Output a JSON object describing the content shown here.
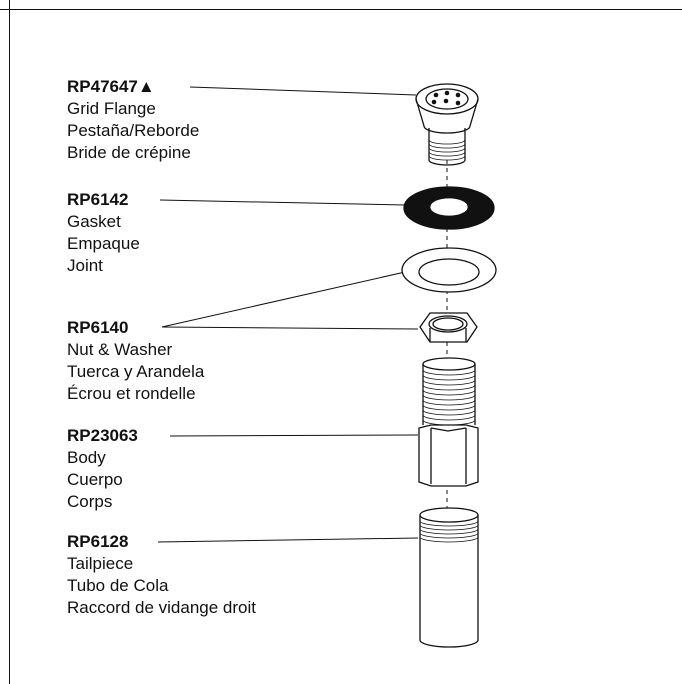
{
  "parts": [
    {
      "code": "RP47647▲",
      "names": [
        "Grid Flange",
        "Pestaña/Reborde",
        "Bride de crépine"
      ]
    },
    {
      "code": "RP6142",
      "names": [
        "Gasket",
        "Empaque",
        "Joint"
      ]
    },
    {
      "code": "RP6140",
      "names": [
        "Nut & Washer",
        "Tuerca y Arandela",
        "Écrou et rondelle"
      ]
    },
    {
      "code": "RP23063",
      "names": [
        "Body",
        "Cuerpo",
        "Corps"
      ]
    },
    {
      "code": "RP6128",
      "names": [
        "Tailpiece",
        "Tubo de Cola",
        "Raccord de vidange droit"
      ]
    }
  ]
}
